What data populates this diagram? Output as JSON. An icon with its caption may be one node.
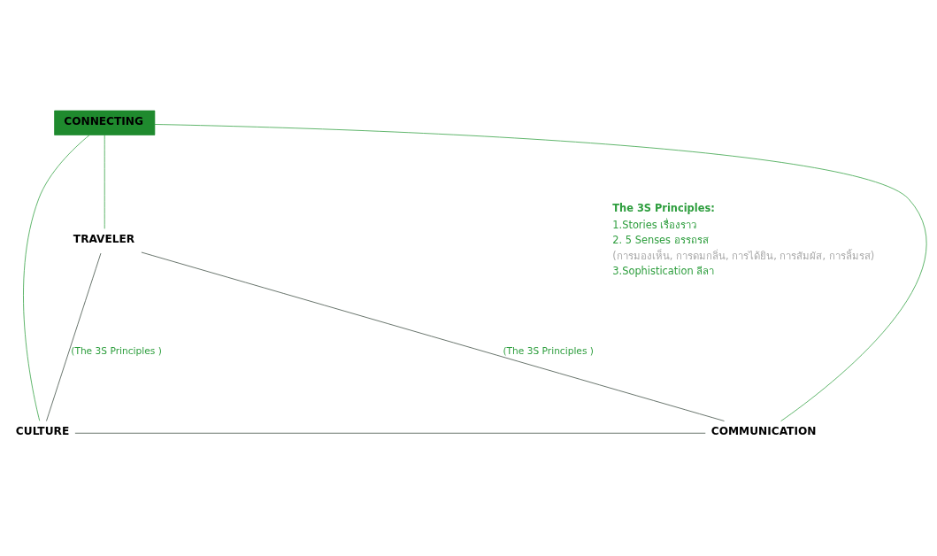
{
  "diagram": {
    "nodes": [
      {
        "text": [
          "TRAVELER"
        ]
      },
      {
        "text": [
          "CONNECTING"
        ]
      },
      {
        "text": [
          "CULTURE"
        ]
      },
      {
        "text": [
          "COMMUNICATION"
        ]
      }
    ],
    "edges": [
      {
        "from": 0,
        "to": 2,
        "arrow": "none",
        "label": "(The 3S Principles )"
      },
      {
        "from": 0,
        "to": 3,
        "arrow": "none",
        "label": "(The 3S Principles )"
      },
      {
        "from": 2,
        "to": 3,
        "arrow": "none"
      },
      {
        "from": 1,
        "to": 0,
        "arrow": "none",
        "color": "#2e9e3e"
      },
      {
        "from": 1,
        "to": 2,
        "arrow": "none",
        "color": "#2e9e3e"
      },
      {
        "from": 1,
        "to": 3,
        "arrow": "none",
        "color": "#2e9e3e"
      }
    ],
    "labels": [
      "The 3S Principles:",
      "1.Stories เรื่องราว",
      "2. 5 Senses อรรถรส",
      "(การมองเห็น, การดมกลิ่น, การได้ยิน, การสัมผัส, การลิ้มรส)",
      "3.Sophistication ลีลา"
    ]
  }
}
